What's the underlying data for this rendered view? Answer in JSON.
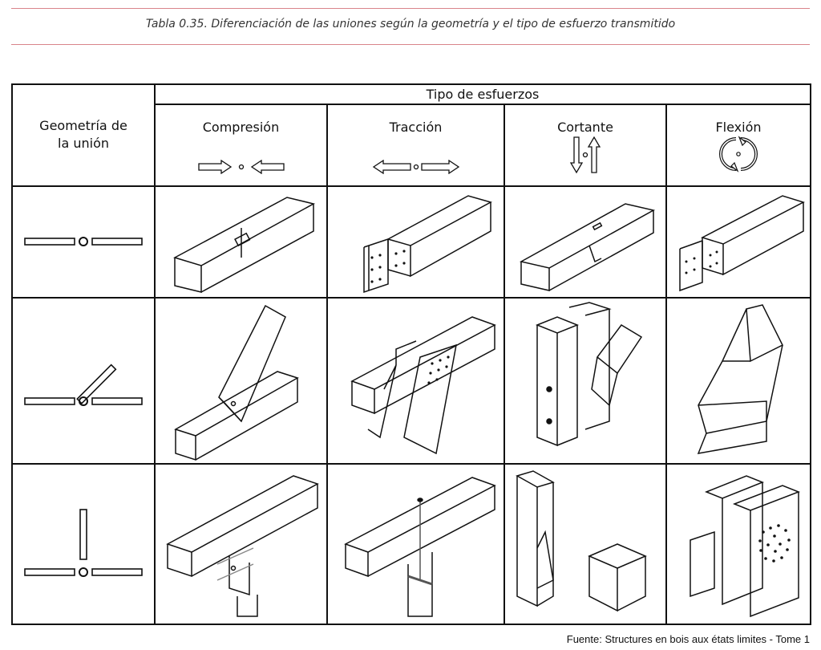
{
  "caption": "Tabla 0.35. Diferenciación de las uniones según la geometría y el tipo de esfuerzo transmitido",
  "table": {
    "corner_label": "Geometría de\nla unión",
    "super_header": "Tipo de esfuerzos",
    "columns": [
      {
        "label": "Compresión",
        "icon": "compression-arrows-icon"
      },
      {
        "label": "Tracción",
        "icon": "tension-arrows-icon"
      },
      {
        "label": "Cortante",
        "icon": "shear-arrows-icon"
      },
      {
        "label": "Flexión",
        "icon": "bending-rotation-icon"
      }
    ],
    "rows": [
      {
        "geometry": "in-line splice joint",
        "icon": "inline-joint-icon"
      },
      {
        "geometry": "angled joint",
        "icon": "angled-joint-icon"
      },
      {
        "geometry": "T joint",
        "icon": "t-joint-icon"
      }
    ]
  },
  "source": "Fuente: Structures en bois aux états limites - Tome 1"
}
